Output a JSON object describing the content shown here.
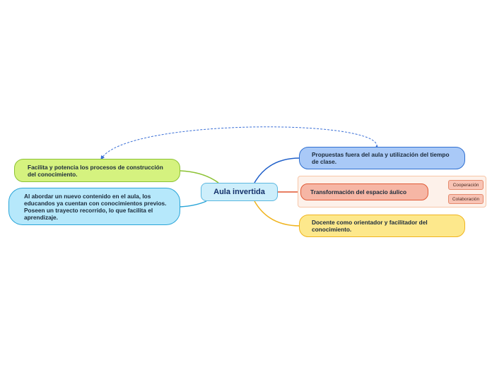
{
  "central": {
    "label": "Aula invertida"
  },
  "right_topics": {
    "propuestas": "Propuestas fuera del aula y utilización del tiempo de clase.",
    "transformacion": "Transformación del espacio áulico",
    "docente": "Docente como orientador y facilitador del conocimiento."
  },
  "left_topics": {
    "facilita": "Facilita y potencia los procesos de construcción del conocimiento.",
    "abordar": "Al abordar un nuevo contenido en el aula, los educandos ya cuentan con conocimientos previos. Poseen un trayecto recorrido, lo que facilita el aprendizaje."
  },
  "subtopics": {
    "cooperacion": "Cooperación",
    "colaboracion": "Colaboración"
  },
  "colors": {
    "propuestas_branch": "#1f5fc9",
    "transformacion_branch": "#e0532f",
    "docente_branch": "#f0b41f",
    "facilita_branch": "#8cc234",
    "abordar_branch": "#2aa5d8",
    "relationship_link": "#3a6fd6"
  }
}
